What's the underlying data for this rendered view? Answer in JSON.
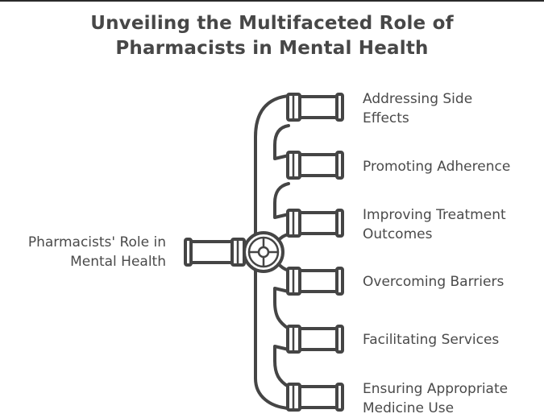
{
  "title": {
    "line1": "Unveiling the Multifaceted Role of",
    "line2": "Pharmacists in Mental Health"
  },
  "source": {
    "label_line1": "Pharmacists' Role in",
    "label_line2": "Mental Health",
    "icon": "valve-icon"
  },
  "branches": [
    {
      "line1": "Addressing Side",
      "line2": "Effects"
    },
    {
      "line1": "Promoting Adherence",
      "line2": ""
    },
    {
      "line1": "Improving Treatment",
      "line2": "Outcomes"
    },
    {
      "line1": "Overcoming Barriers",
      "line2": ""
    },
    {
      "line1": "Facilitating Services",
      "line2": ""
    },
    {
      "line1": "Ensuring Appropriate",
      "line2": "Medicine Use"
    }
  ],
  "colors": {
    "stroke": "#454545",
    "text": "#4a4a4a",
    "background": "#ffffff"
  }
}
